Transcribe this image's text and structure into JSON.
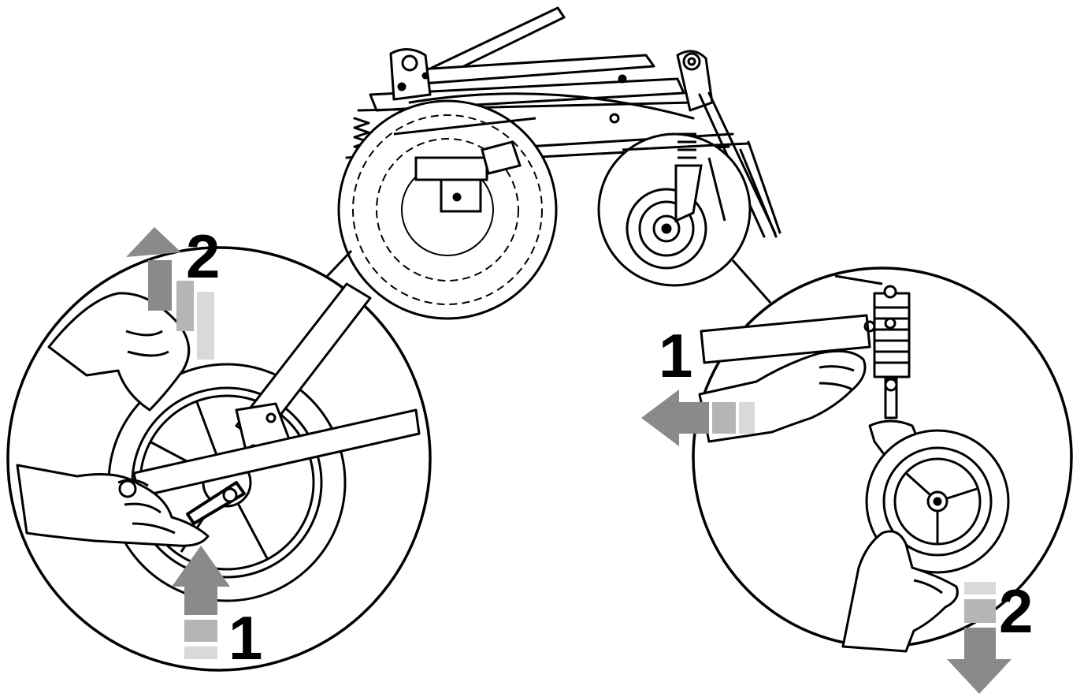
{
  "figure": {
    "description_visible": false,
    "colors": {
      "line": "#000000",
      "arrow_dark": "#8a8a8a",
      "arrow_mid": "#b5b5b5",
      "arrow_light": "#d9d9d9",
      "background": "#ffffff"
    }
  },
  "left_callout": {
    "step_up_label": "1",
    "step_back_label": "2"
  },
  "right_callout": {
    "step_back_label": "1",
    "step_down_label": "2"
  }
}
